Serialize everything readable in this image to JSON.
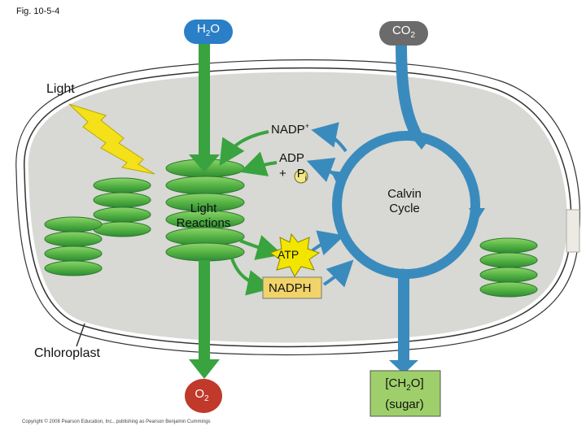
{
  "figure_label": "Fig. 10-5-4",
  "inputs": {
    "water": {
      "main": "H",
      "sub": "2",
      "tail": "O"
    },
    "carbon_dioxide": {
      "main": "CO",
      "sub": "2"
    }
  },
  "light_label": "Light",
  "light_reactions": {
    "line1": "Light",
    "line2": "Reactions"
  },
  "calvin_cycle": {
    "line1": "Calvin",
    "line2": "Cycle"
  },
  "nadp": {
    "main": "NADP",
    "sup": "+"
  },
  "adp": {
    "line1": "ADP",
    "plus": "+",
    "p": "P",
    "sub": "i"
  },
  "atp": "ATP",
  "nadph": "NADPH",
  "chloroplast": "Chloroplast",
  "oxygen": {
    "main": "O",
    "sub": "2"
  },
  "sugar": {
    "open": "[CH",
    "sub": "2",
    "close": "O]",
    "line2": "(sugar)"
  },
  "copyright": "Copyright © 2008 Pearson Education, Inc., publishing as Pearson Benjamin Cummings",
  "colors": {
    "green_arrow": "#39a33f",
    "blue_arrow": "#3a8bbd",
    "water_bubble": "#2a7fc6",
    "co2_bubble": "#6b6b6b",
    "o2_bubble": "#c0392b",
    "atp_burst": "#f2e600",
    "nadph_box": "#f0d46a",
    "sugar_box": "#9fcf6a",
    "chloroplast_fill": "#d8d8d4",
    "lightning": "#f4e11a"
  }
}
